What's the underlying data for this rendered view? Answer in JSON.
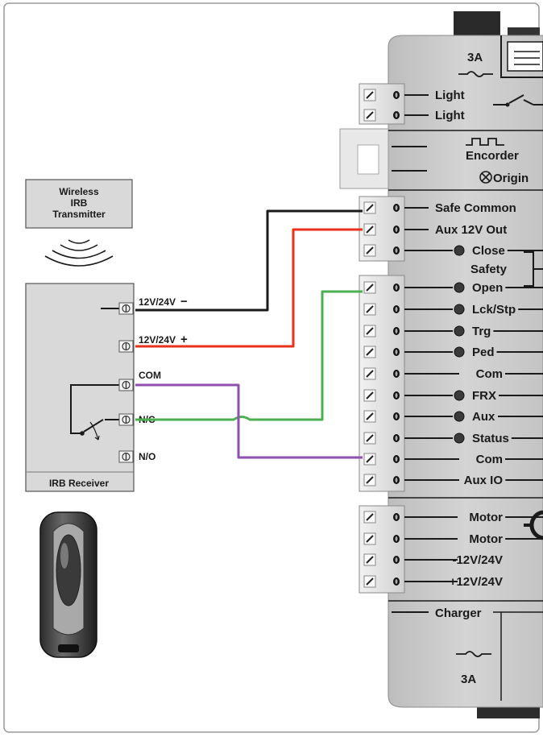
{
  "transmitter": {
    "line1": "Wireless",
    "line2": "IRB",
    "line3": "Transmitter"
  },
  "receiver": {
    "title": "IRB Receiver",
    "terminals": [
      "12V/24V",
      "12V/24V",
      "COM",
      "N/C",
      "N/O"
    ],
    "minus_sign": "−",
    "plus_sign": "+"
  },
  "controller": {
    "fuse_top": "3A",
    "light_terminals": [
      "Light",
      "Light"
    ],
    "encoder_label": "Encorder",
    "origin_label": "Origin",
    "group_terminals": [
      "Safe Common",
      "Aux 12V Out",
      "Close",
      "Open"
    ],
    "safety_label": "Safety",
    "io_terminals": [
      "Lck/Stp",
      "Trg",
      "Ped",
      "Com",
      "FRX",
      "Aux",
      "Status",
      "Com",
      "Aux IO"
    ],
    "motor_terminals": [
      "Motor",
      "Motor",
      "-12V/24V",
      "+12V/24V"
    ],
    "charger_label": "Charger",
    "fuse_bottom": "3A"
  },
  "colors": {
    "wire_black": "#1a1a1a",
    "wire_red": "#e8321e",
    "wire_green": "#4caf50",
    "wire_purple": "#8e4fb0",
    "panel_gray": "#c8c8c8",
    "box_gray": "#d9d9d9"
  },
  "icons": [
    "fuse-icon",
    "relay-switch-icon",
    "encoder-pulse-icon",
    "origin-cross-icon",
    "led-indicator-icon",
    "motor-icon",
    "remote-fob-icon",
    "radio-waves-icon"
  ]
}
